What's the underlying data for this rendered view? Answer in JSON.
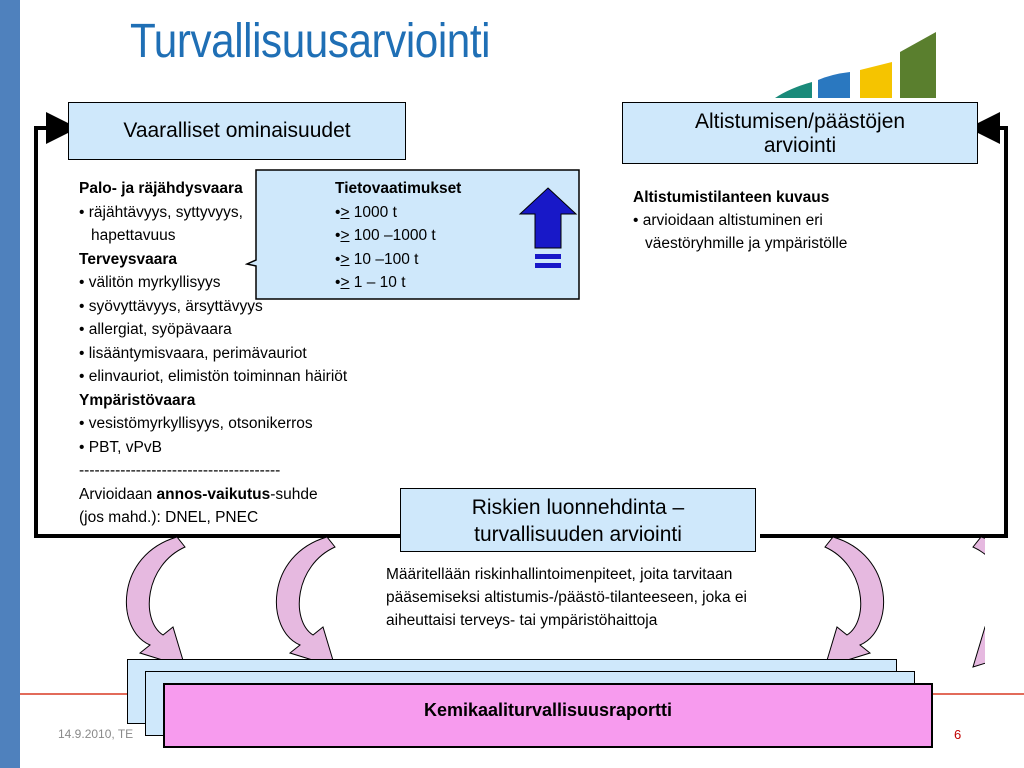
{
  "title": "Turvallisuusarviointi",
  "hazard_box": {
    "label": "Vaaralliset ominaisuudet"
  },
  "exposure_box": {
    "label_line1": "Altistumisen/päästöjen",
    "label_line2": "arviointi"
  },
  "risk_box": {
    "label_line1": "Riskien luonnehdinta –",
    "label_line2": "turvallisuuden arviointi"
  },
  "hazards": {
    "physical_heading": "Palo- ja räjähdysvaara",
    "physical_item1": "• räjähtävyys, syttyvyys,",
    "physical_item1b": "hapettavuus",
    "health_heading": "Terveysvaara",
    "health_items": [
      "• välitön myrkyllisyys",
      "• syövyttävyys, ärsyttävyys",
      "• allergiat, syöpävaara",
      "• lisääntymisvaara, perimävauriot",
      "• elinvauriot, elimistön  toiminnan häiriöt"
    ],
    "env_heading": "Ympäristövaara",
    "env_items": [
      "• vesistömyrkyllisyys, otsonikerros",
      "• PBT, vPvB"
    ],
    "separator": "---------------------------------------",
    "dose_prefix": "Arvioidaan ",
    "dose_bold": "annos-vaikutus",
    "dose_suffix": "-suhde",
    "dose_line2": "(jos mahd.): DNEL, PNEC"
  },
  "info_requirements": {
    "heading": "Tietovaatimukset",
    "items": [
      {
        "prefix": "•",
        "sym": ">",
        "rest": " 1000 t"
      },
      {
        "prefix": "•",
        "sym": ">",
        "rest": " 100 –1000 t"
      },
      {
        "prefix": "•",
        "sym": ">",
        "rest": " 10 –100 t"
      },
      {
        "prefix": "•",
        "sym": ">",
        "rest": " 1 – 10 t"
      }
    ]
  },
  "exposure": {
    "heading": "Altistumistilanteen kuvaus",
    "line1": "• arvioidaan altistuminen eri",
    "line2": "väestöryhmille ja ympäristölle"
  },
  "risk_description": "Määritellään riskinhallintoimenpiteet, joita tarvitaan pääsemiseksi altistumis-/päästö-tilanteeseen, joka ei aiheuttaisi terveys- tai ympäristöhaittoja",
  "report": {
    "label": "Kemikaaliturvallisuusraportti"
  },
  "footer": {
    "date": "14.9.2010, TE",
    "page": "6"
  },
  "colors": {
    "title": "#1f6fb5",
    "box_fill": "#cfe8fb",
    "report_fill": "#f79bee",
    "curved_arrow_fill": "#e6b9e0",
    "up_arrow": "#1818c8",
    "logo": [
      "#1a8a7a",
      "#2a78c0",
      "#f5c400",
      "#5a7f2e"
    ]
  },
  "icons": [
    "up-arrow-icon",
    "logo-bars-icon",
    "curved-arrow-icon",
    "flow-arrow-icon"
  ]
}
